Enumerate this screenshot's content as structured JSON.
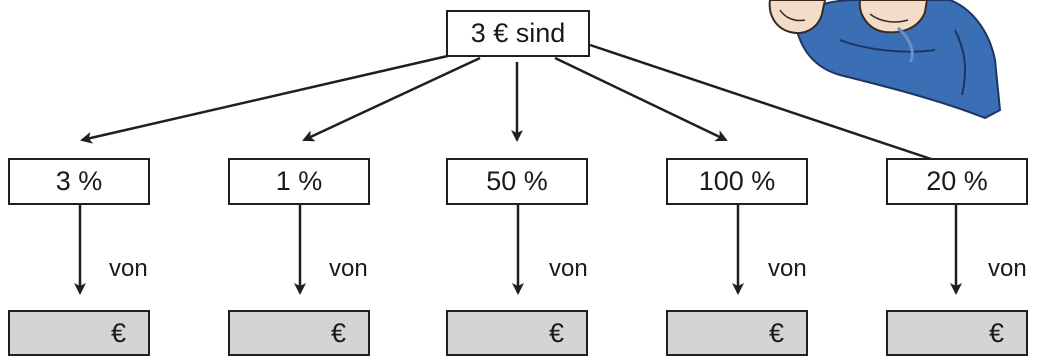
{
  "top": {
    "label": "3 € sind"
  },
  "columns": [
    {
      "percent": "3 %",
      "connector": "von",
      "answer": "€"
    },
    {
      "percent": "1 %",
      "connector": "von",
      "answer": "€"
    },
    {
      "percent": "50 %",
      "connector": "von",
      "answer": "€"
    },
    {
      "percent": "100 %",
      "connector": "von",
      "answer": "€"
    },
    {
      "percent": "20 %",
      "connector": "von",
      "answer": "€"
    }
  ],
  "colors": {
    "stroke": "#1f1f1f",
    "answer_fill": "#d4d4d4",
    "jacket": "#3a6fb5",
    "skin": "#f3ddc8"
  },
  "illustration": {
    "icon": "person-thinking-icon"
  }
}
